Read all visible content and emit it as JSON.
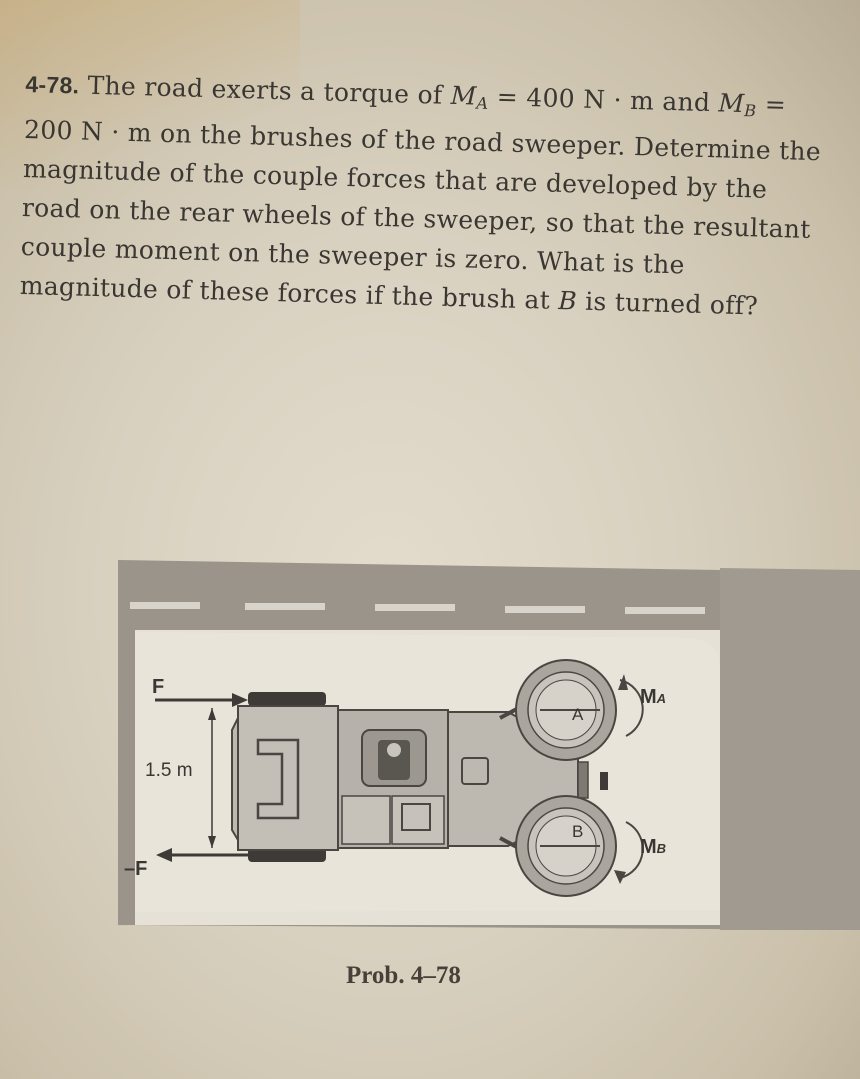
{
  "problem": {
    "number": "4-78.",
    "text_1": "The road exerts a torque of",
    "ma_sym": "M",
    "ma_sub": "A",
    "text_2": " = 400 N · m and",
    "mb_sym": "M",
    "mb_sub": "B",
    "text_3": " = 200 N · m on the brushes of the road sweeper. Determine the magnitude of the couple forces that are developed by the road on the rear wheels of the sweeper, so that the resultant couple moment on the sweeper is zero. What is the magnitude of these forces if the brush at",
    "b_sym": "B",
    "text_4": " is turned off?"
  },
  "figure": {
    "label_f": "F",
    "label_neg_f": "–F",
    "label_dist": "1.5 m",
    "label_a": "A",
    "label_b": "B",
    "label_ma": "M",
    "label_ma_sub": "A",
    "label_mb": "M",
    "label_mb_sub": "B",
    "caption": "Prob. 4–78"
  },
  "colors": {
    "road": "#9a948b",
    "lane_mark": "#d8d3cb",
    "vehicle_body": "#b9b4ac",
    "outline": "#4a4642",
    "tire": "#3d3a37"
  }
}
